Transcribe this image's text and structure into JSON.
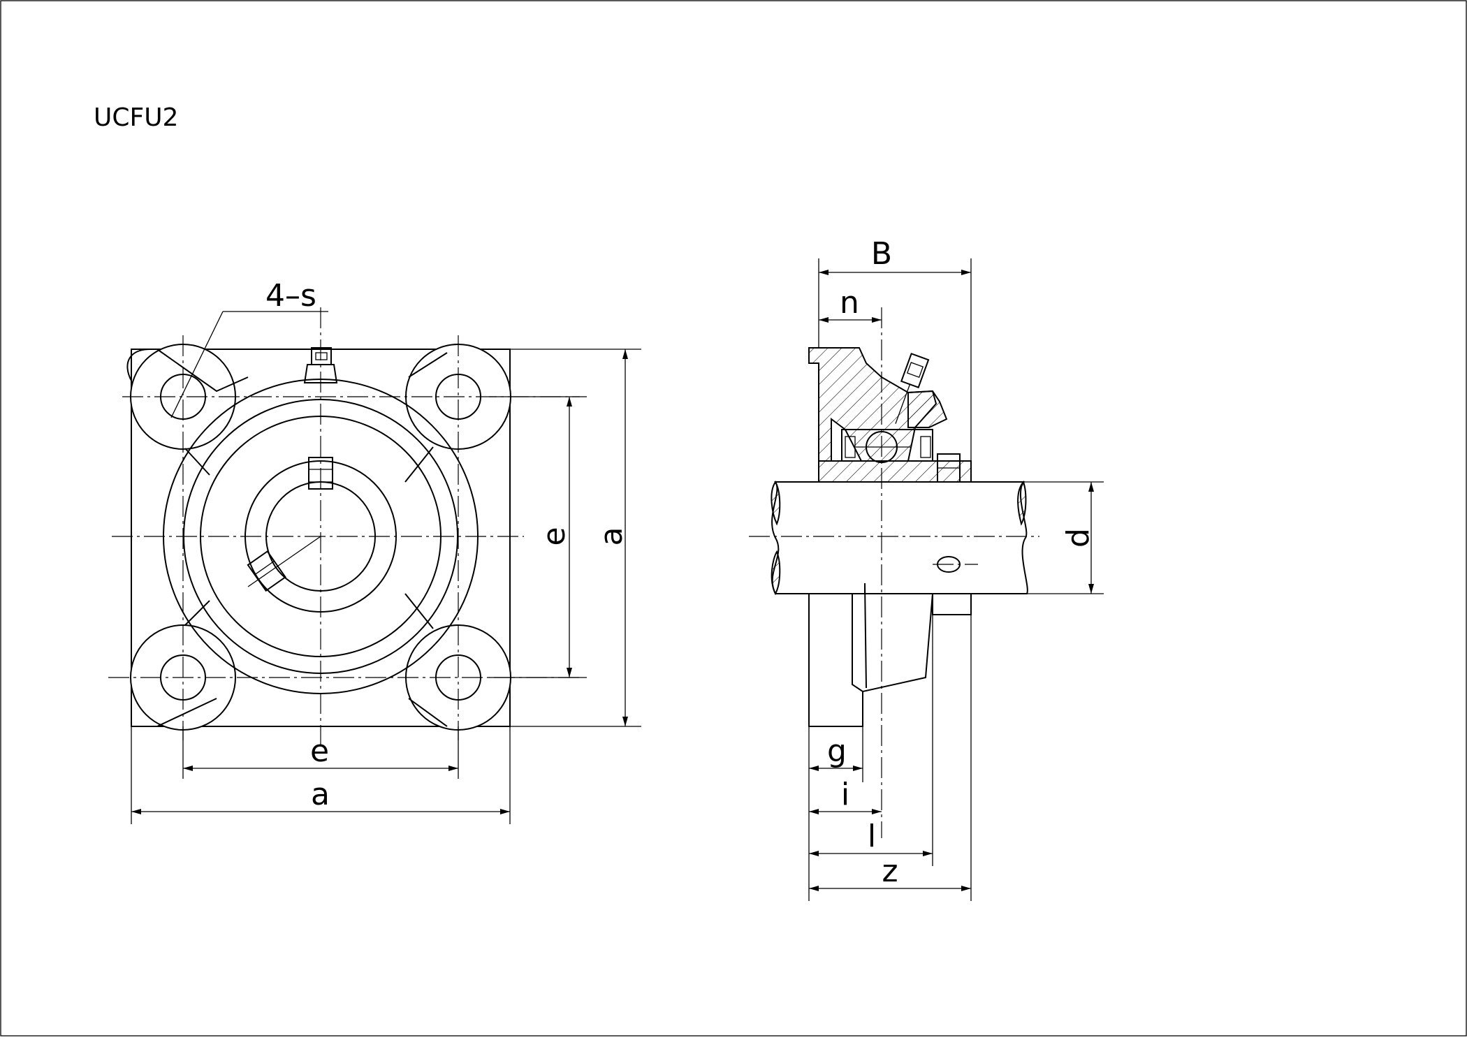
{
  "title": "UCFU2",
  "labels": {
    "holes": "4–s",
    "e_horizontal": "e",
    "a_horizontal": "a",
    "e_vertical": "e",
    "a_vertical": "a",
    "B": "B",
    "n": "n",
    "d": "d",
    "g": "g",
    "i": "i",
    "l": "l",
    "z": "z"
  },
  "colors": {
    "ink": "#000000",
    "paper": "#ffffff"
  },
  "icons": {
    "grease_nipple": "grease-nipple-icon",
    "set_screw": "set-screw-icon"
  }
}
